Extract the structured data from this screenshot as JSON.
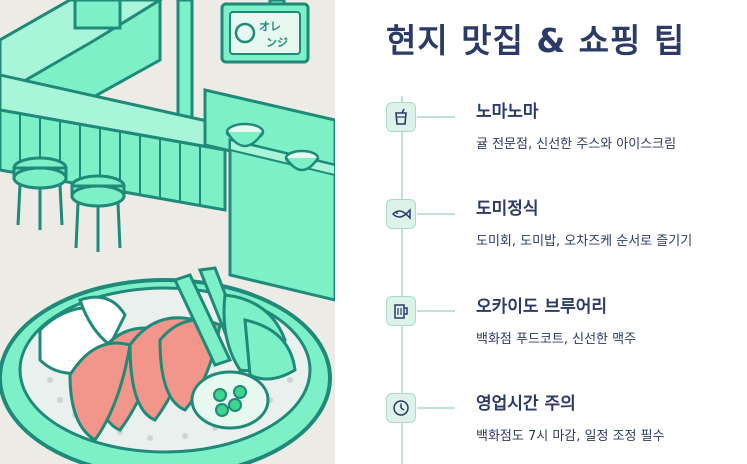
{
  "title": "현지 맛집 & 쇼핑 팁",
  "items": [
    {
      "icon": "drink-cup-icon",
      "title": "노마노마",
      "desc": "귤 전문점, 신선한 주스와 아이스크림"
    },
    {
      "icon": "fish-icon",
      "title": "도미정식",
      "desc": "도미회, 도미밥, 오차즈케 순서로 즐기기"
    },
    {
      "icon": "beer-mug-icon",
      "title": "오카이도 브루어리",
      "desc": "백화점 푸드코트, 신선한 맥주"
    },
    {
      "icon": "clock-icon",
      "title": "영업시간 주의",
      "desc": "백화점도 7시 마감, 일정 조정 필수"
    }
  ],
  "illustration": {
    "sign_text": "オレ ンジ"
  },
  "colors": {
    "navy": "#2b3a67",
    "mint": "#7ef0c8",
    "teal": "#1f8a78",
    "salmon": "#f2958a",
    "bg": "#ecebe6"
  }
}
